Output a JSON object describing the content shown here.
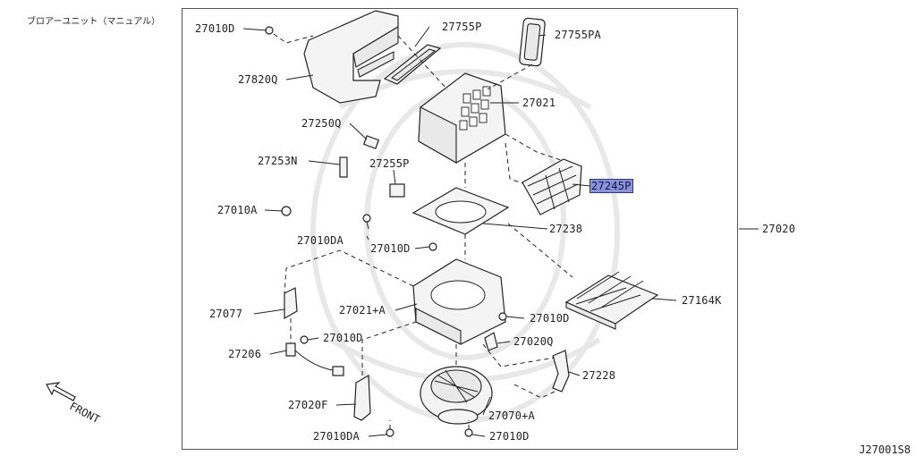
{
  "title": "ブロアーユニット（マニュアル）",
  "diagram_code": "J27001S8",
  "front_label": "FRONT",
  "parts": [
    {
      "id": "27010D_top",
      "text": "27010D",
      "highlighted": false
    },
    {
      "id": "27755P",
      "text": "27755P",
      "highlighted": false
    },
    {
      "id": "27755PA",
      "text": "27755PA",
      "highlighted": false
    },
    {
      "id": "27820Q",
      "text": "27820Q",
      "highlighted": false
    },
    {
      "id": "27021",
      "text": "27021",
      "highlighted": false
    },
    {
      "id": "27250Q",
      "text": "27250Q",
      "highlighted": false
    },
    {
      "id": "27253N",
      "text": "27253N",
      "highlighted": false
    },
    {
      "id": "27255P",
      "text": "27255P",
      "highlighted": false
    },
    {
      "id": "27245P",
      "text": "27245P",
      "highlighted": true
    },
    {
      "id": "27010A",
      "text": "27010A",
      "highlighted": false
    },
    {
      "id": "27238",
      "text": "27238",
      "highlighted": false
    },
    {
      "id": "27020",
      "text": "27020",
      "highlighted": false
    },
    {
      "id": "27010DA_mid",
      "text": "27010DA",
      "highlighted": false
    },
    {
      "id": "27010D_mid",
      "text": "27010D",
      "highlighted": false
    },
    {
      "id": "27164K",
      "text": "27164K",
      "highlighted": false
    },
    {
      "id": "27077",
      "text": "27077",
      "highlighted": false
    },
    {
      "id": "27021A",
      "text": "27021+A",
      "highlighted": false
    },
    {
      "id": "27010D_right",
      "text": "27010D",
      "highlighted": false
    },
    {
      "id": "27010D_left",
      "text": "27010D",
      "highlighted": false
    },
    {
      "id": "27020Q",
      "text": "27020Q",
      "highlighted": false
    },
    {
      "id": "27206",
      "text": "27206",
      "highlighted": false
    },
    {
      "id": "27228",
      "text": "27228",
      "highlighted": false
    },
    {
      "id": "27020F",
      "text": "27020F",
      "highlighted": false
    },
    {
      "id": "27070A",
      "text": "27070+A",
      "highlighted": false
    },
    {
      "id": "27010DA_bot",
      "text": "27010DA",
      "highlighted": false
    },
    {
      "id": "27010D_bot",
      "text": "27010D",
      "highlighted": false
    }
  ],
  "colors": {
    "highlight": "#8a93d8",
    "highlight_border": "#2c3590",
    "line": "#222222"
  }
}
